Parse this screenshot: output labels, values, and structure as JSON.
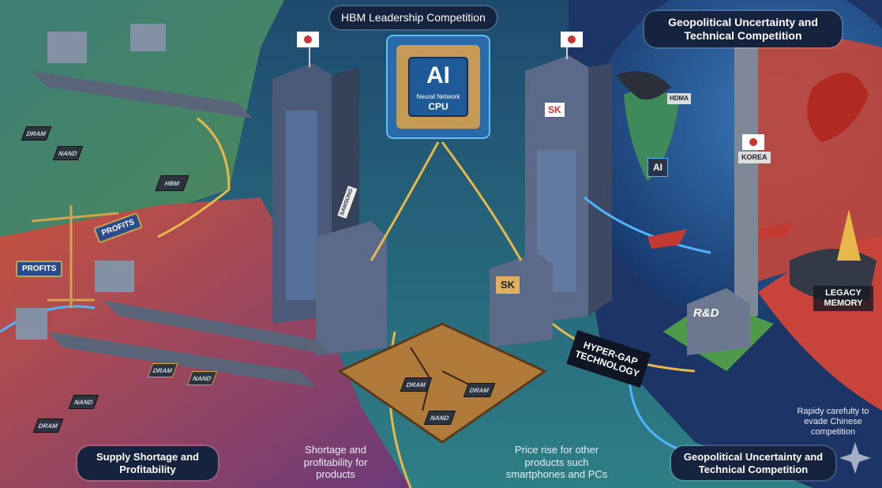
{
  "header": {
    "center_title": "HBM Leadership Competition",
    "right_title": "Geopolitical Uncertainty and Technical Competition"
  },
  "cpu_chip": {
    "big": "AI",
    "line1": "Neural Network",
    "line2": "CPU"
  },
  "left_scene": {
    "hbm_chip": "HBM",
    "profit_signs": [
      "PROFITS",
      "PROFITS"
    ],
    "chip_labels": [
      "DRAM",
      "NAND",
      "DRAM",
      "NAND",
      "DRAM",
      "NAND"
    ],
    "caption": "Supply Shortage and Profitability"
  },
  "center_scene": {
    "left_tower_sign": "SAMSUNG",
    "right_tower_brand": "SK",
    "sk_box": "SK",
    "caption_left": "Shortage and profitability for products",
    "caption_right": "Price rise for other products such smartphones and PCs",
    "cracked_chips": [
      "DRAM",
      "DRAM",
      "NAND"
    ]
  },
  "right_scene": {
    "hdma": "HDMA",
    "korea": "KOREA",
    "ai_chip": "AI",
    "legacy": "LEGACY MEMORY",
    "rnd": "R&D",
    "hyper_gap": "HYPER-GAP TECHNOLOGY",
    "note": "Rapidy carefulty to evade Chinese competition",
    "caption": "Geopolitical Uncertainty and Technical Competition"
  },
  "colors": {
    "gold": "#e9b84a",
    "blue_glow": "#4fb3ff",
    "red": "#c84a3e",
    "green": "#3e8a6e"
  }
}
